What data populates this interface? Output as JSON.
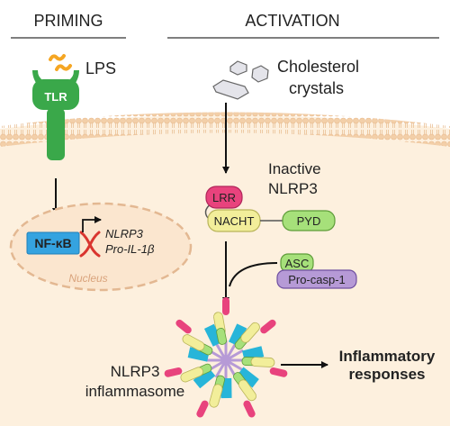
{
  "headers": {
    "priming": "PRIMING",
    "activation": "ACTIVATION"
  },
  "priming": {
    "ligand": "LPS",
    "receptor": "TLR",
    "transcription_factor": "NF-κB",
    "genes": [
      "NLRP3",
      "Pro-IL-1β"
    ],
    "compartment": "Nucleus"
  },
  "activation": {
    "stimulus_line1": "Cholesterol",
    "stimulus_line2": "crystals",
    "inactive_line1": "Inactive",
    "inactive_line2": "NLRP3",
    "domains": {
      "lrr": "LRR",
      "nacht": "NACHT",
      "pyd": "PYD"
    },
    "adaptor": "ASC",
    "caspase": "Pro-casp-1",
    "complex_line1": "NLRP3",
    "complex_line2": "inflammasome",
    "outcome_line1": "Inflammatory",
    "outcome_line2": "responses"
  },
  "colors": {
    "cytoplasm": "#fdf0de",
    "membrane": "#f6d9ba",
    "tlr": "#3aa84a",
    "nfkb": "#35a3e0",
    "lrr": "#e8437d",
    "nacht": "#f2ee9a",
    "pyd": "#a6e07a",
    "asc": "#a6e07a",
    "pro_casp": "#b69ad6",
    "dna": "#d9352f",
    "ligand": "#f5a623"
  }
}
